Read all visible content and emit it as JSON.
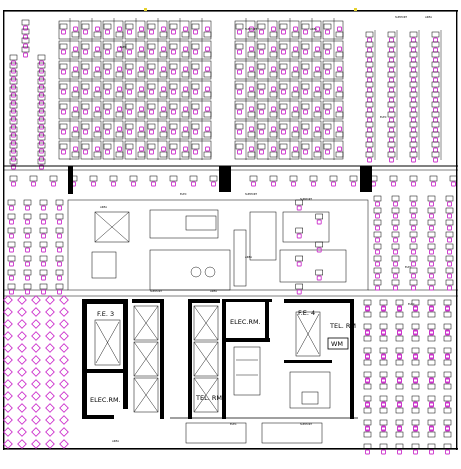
{
  "drawing": {
    "background": "#ffffff",
    "wall_color": "#000000",
    "chair_color": "#cc33cc",
    "marker_color": "#e6d22e"
  },
  "rooms": {
    "elec_rm_upper": "ELEC.RM.",
    "elec_rm_lower": "ELEC.RM.",
    "fe3": "F.E. 3",
    "fe4": "F.E. 4",
    "tel_rm_left": "TEL. RM",
    "tel_rm_right": "TEL. RM",
    "wm": "WM"
  },
  "small_labels": {
    "area": "AREA",
    "support": "SUPPORT",
    "elec": "ELEC"
  }
}
